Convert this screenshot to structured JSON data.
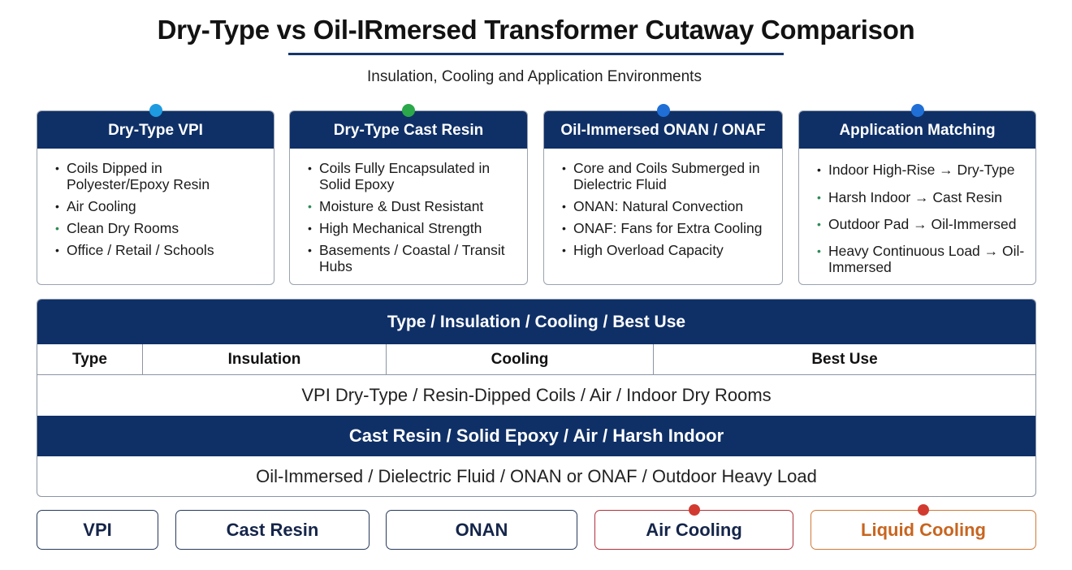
{
  "header": {
    "title": "Dry-Type vs Oil-IRmersed Transformer Cutaway Comparison",
    "subtitle": "Insulation, Cooling and Application Environments"
  },
  "cards": [
    {
      "title": "Dry-Type VPI",
      "dot_color": "#1e9be0",
      "items": [
        "Coils Dipped in Polyester/Epoxy Resin",
        "Air Cooling",
        "Clean Dry Rooms",
        "Office / Retail / Schools"
      ]
    },
    {
      "title": "Dry-Type Cast Resin",
      "dot_color": "#2aa84a",
      "items": [
        "Coils Fully Encapsulated in Solid Epoxy",
        "Moisture & Dust Resistant",
        "High Mechanical Strength",
        "Basements / Coastal / Transit Hubs"
      ]
    },
    {
      "title": "Oil-Immersed ONAN / ONAF",
      "dot_color": "#1f6fd6",
      "items": [
        "Core and Coils Submerged in Dielectric Fluid",
        "ONAN: Natural Convection",
        "ONAF: Fans for Extra Cooling",
        "High Overload Capacity"
      ]
    },
    {
      "title": "Application Matching",
      "dot_color": "#1f6fd6",
      "items": [
        "Indoor High-Rise → Dry-Type",
        "Harsh Indoor → Cast Resin",
        "Outdoor Pad → Oil-Immersed",
        "Heavy Continuous Load → Oil-Immersed"
      ]
    }
  ],
  "table": {
    "title": "Type / Insulation / Cooling / Best Use",
    "columns": [
      "Type",
      "Insulation",
      "Cooling",
      "Best Use"
    ],
    "rows": [
      "VPI Dry-Type / Resin-Dipped Coils / Air / Indoor Dry Rooms",
      "Cast Resin / Solid Epoxy / Air / Harsh Indoor",
      "Oil-Immersed / Dielectric Fluid / ONAN or ONAF / Outdoor Heavy Load"
    ]
  },
  "tags": [
    "VPI",
    "Cast Resin",
    "ONAN",
    "Air Cooling",
    "Liquid Cooling"
  ],
  "colors": {
    "navy": "#0f3067",
    "dot_red": "#d23a30",
    "liquid_orange": "#c8651f"
  }
}
